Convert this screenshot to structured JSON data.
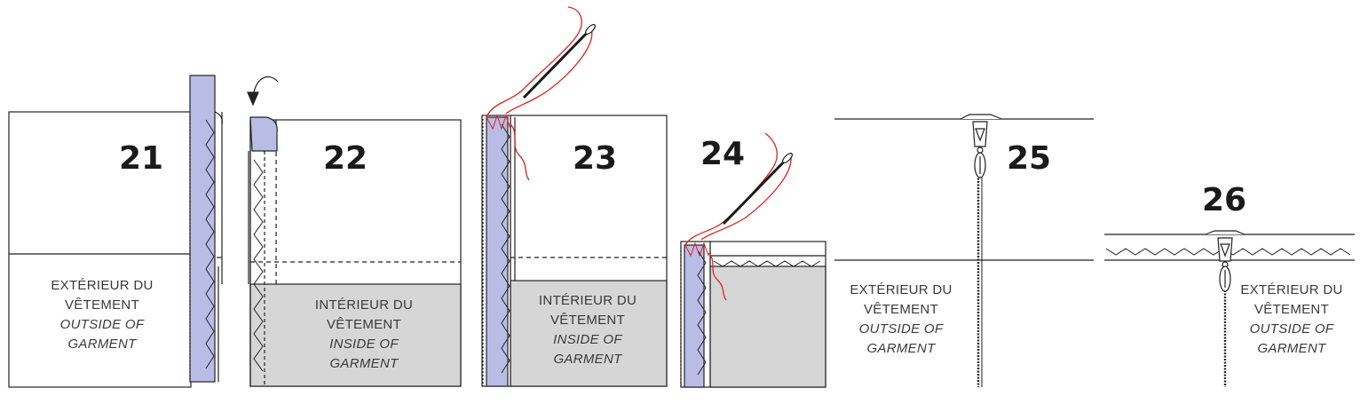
{
  "colors": {
    "line": "#222222",
    "zipper_tape": "#b9bde6",
    "inside_fill": "#d6d6d6",
    "thread": "#e02020",
    "needle": "#1a1a1a"
  },
  "steps": [
    {
      "number": "21",
      "label": {
        "fr": "EXTÉRIEUR DU VÊTEMENT",
        "en": "OUTSIDE OF GARMENT"
      }
    },
    {
      "number": "22",
      "label": {
        "fr": "INTÉRIEUR DU VÊTEMENT",
        "en": "INSIDE OF GARMENT"
      }
    },
    {
      "number": "23",
      "label": {
        "fr": "INTÉRIEUR DU VÊTEMENT",
        "en": "INSIDE OF GARMENT"
      }
    },
    {
      "number": "24"
    },
    {
      "number": "25",
      "label": {
        "fr": "EXTÉRIEUR DU VÊTEMENT",
        "en": "OUTSIDE OF GARMENT"
      }
    },
    {
      "number": "26",
      "label": {
        "fr": "EXTÉRIEUR DU VÊTEMENT",
        "en": "OUTSIDE OF GARMENT"
      }
    }
  ]
}
